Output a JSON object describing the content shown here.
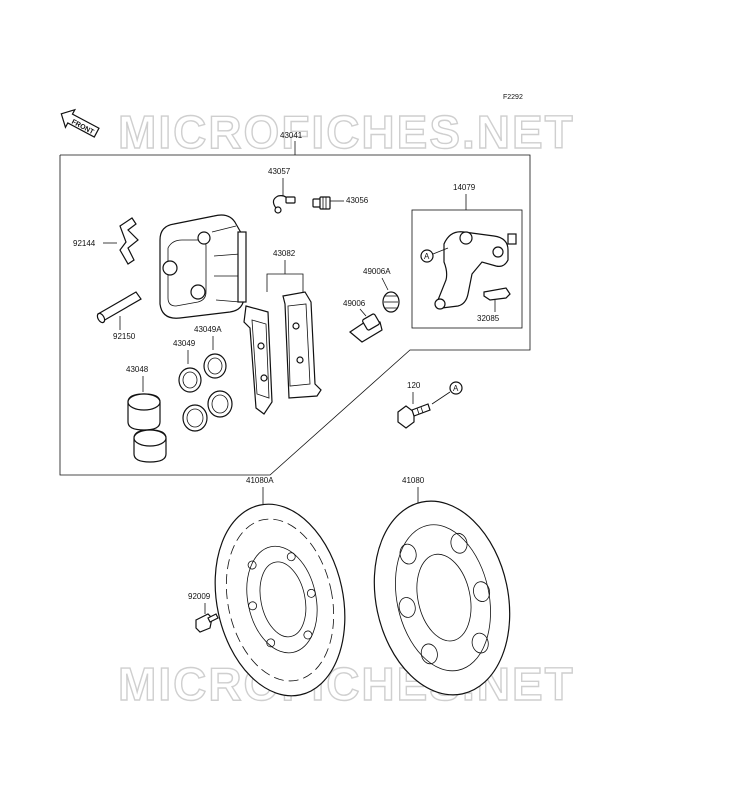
{
  "figure_code": "F2292",
  "front_label": "FRONT",
  "watermark": "MICROFICHES.NET",
  "callouts": {
    "c43041": "43041",
    "c43057": "43057",
    "c43056": "43056",
    "c14079": "14079",
    "c92144": "92144",
    "c43082": "43082",
    "c49006A": "49006A",
    "c49006": "49006",
    "c32085": "32085",
    "c92150": "92150",
    "c43049A": "43049A",
    "c43049": "43049",
    "c43048": "43048",
    "c120": "120",
    "c41080A": "41080A",
    "c41080": "41080",
    "c92009": "92009"
  },
  "ref_marker": "A"
}
